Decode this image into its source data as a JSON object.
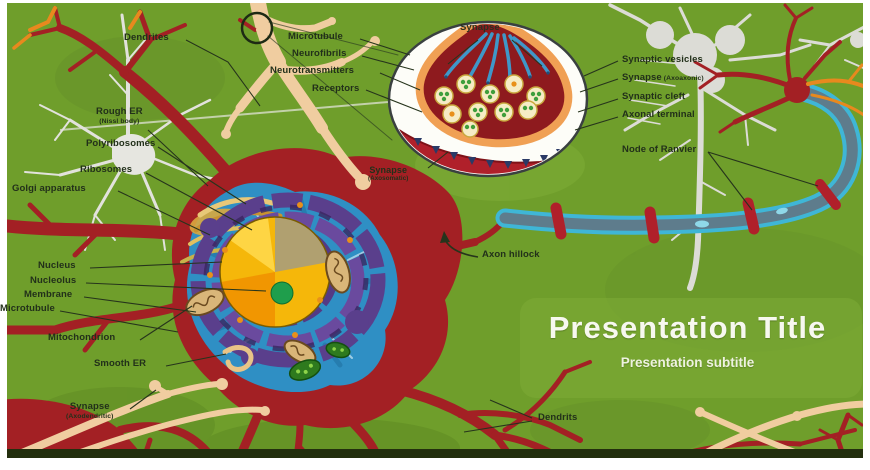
{
  "slide": {
    "title": "Presentation Title",
    "subtitle": "Presentation subtitle"
  },
  "diagram": {
    "labels": {
      "dendrites_top": "Dendrites",
      "microtubule_top": "Microtubule",
      "neurofibrils": "Neurofibrils",
      "neurotransmitters": "Neurotransmitters",
      "receptors": "Receptors",
      "synapse_inset": "Synapse",
      "synaptic_vesicles": "Synaptic vesicles",
      "synapse_axoaxonic": "Synapse",
      "synapse_axoaxonic_sub": "(Axoaxonic)",
      "synaptic_cleft": "Synaptic cleft",
      "axonal_terminal": "Axonal terminal",
      "node_of_ranvier": "Node of Ranvier",
      "rough_er": "Rough ER",
      "rough_er_sub": "(Nissl body)",
      "polyribosomes": "Polyribosomes",
      "ribosomes": "Ribosomes",
      "golgi_apparatus": "Golgi apparatus",
      "nucleus": "Nucleus",
      "nucleolus": "Nucleolus",
      "membrane": "Membrane",
      "microtubule_left": "Microtubule",
      "mitochondrion": "Mitochondrion",
      "smooth_er": "Smooth ER",
      "synapse_axodendritic": "Synapse",
      "synapse_axodendritic_sub": "(Axodendritic)",
      "synapse_axosomatic": "Synapse",
      "synapse_axosomatic_sub": "(Axosomatic)",
      "axon_hillock": "Axon hillock",
      "dendrits_bottom": "Dendrits"
    },
    "colors": {
      "background_green": "#6f9e2b",
      "neuron_red": "#a32024",
      "dendrite_tan": "#f0cda0",
      "axon_blue": "#3fb6d6",
      "myelin_gray": "#5e7c8c",
      "node_red": "#b0202a",
      "cell_blue": "#2f8fc4",
      "er_purple": "#5a3f8c",
      "nucleus_yellow": "#f5b70a",
      "nucleolus_green": "#1f9e4c",
      "glial_white": "#e2e2dc",
      "label_text": "#22301a",
      "title_text": "#f7f8ef"
    }
  }
}
